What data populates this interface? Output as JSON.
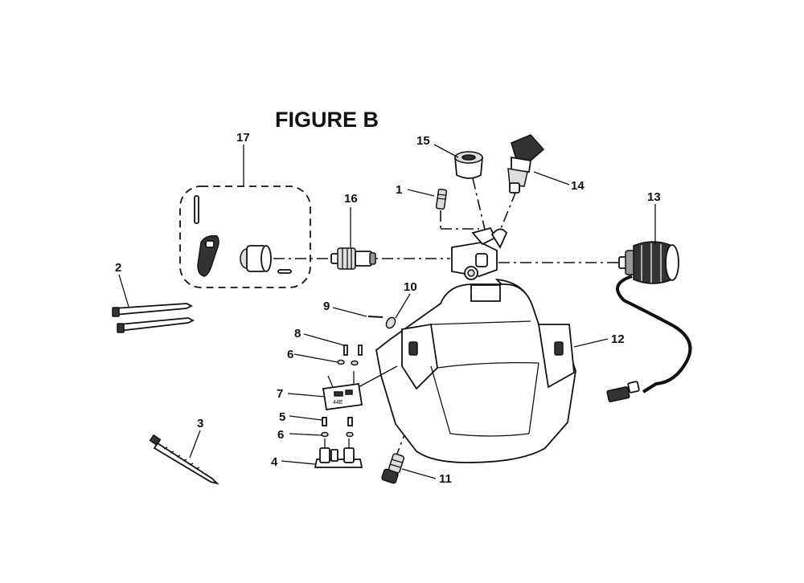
{
  "figure": {
    "title": "FIGURE B"
  },
  "callouts": [
    {
      "id": "c1",
      "label": "1"
    },
    {
      "id": "c2",
      "label": "2"
    },
    {
      "id": "c3",
      "label": "3"
    },
    {
      "id": "c4",
      "label": "4"
    },
    {
      "id": "c5",
      "label": "5"
    },
    {
      "id": "c6a",
      "label": "6"
    },
    {
      "id": "c6b",
      "label": "6"
    },
    {
      "id": "c7",
      "label": "7"
    },
    {
      "id": "c8",
      "label": "8"
    },
    {
      "id": "c9",
      "label": "9"
    },
    {
      "id": "c10",
      "label": "10"
    },
    {
      "id": "c11",
      "label": "11"
    },
    {
      "id": "c12",
      "label": "12"
    },
    {
      "id": "c13",
      "label": "13"
    },
    {
      "id": "c14",
      "label": "14"
    },
    {
      "id": "c15",
      "label": "15"
    },
    {
      "id": "c16",
      "label": "16"
    },
    {
      "id": "c17",
      "label": "17"
    }
  ],
  "board_marking": "44E"
}
